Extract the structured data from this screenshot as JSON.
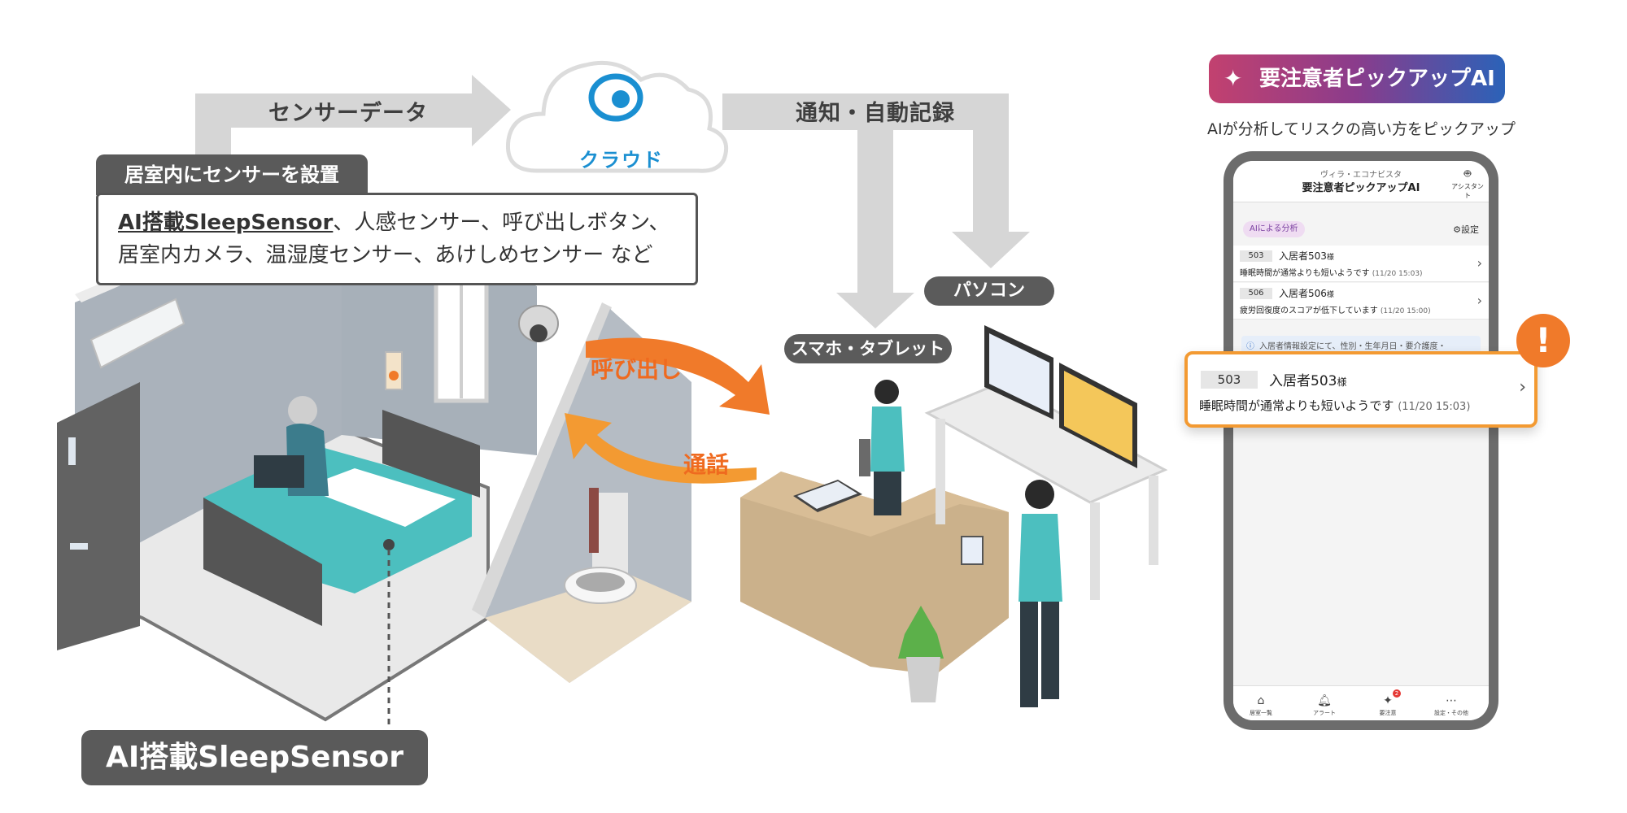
{
  "flow": {
    "sensor_data": "センサーデータ",
    "cloud": "クラウド",
    "notify": "通知・自動記録"
  },
  "room": {
    "tab": "居室内にセンサーを設置",
    "line1_highlight": "AI搭載SleepSensor",
    "line1_rest": "、人感センサー、呼び出しボタン、",
    "line2": "居室内カメラ、温湿度センサー、あけしめセンサー など",
    "sleep_label": "AI搭載SleepSensor"
  },
  "comm": {
    "call": "呼び出し",
    "talk": "通話"
  },
  "devices": {
    "smartphone": "スマホ・タブレット",
    "pc": "パソコン"
  },
  "ai_panel": {
    "badge": "要注意者ピックアップAI",
    "subtitle": "AIが分析してリスクの高い方をピックアップ",
    "app_subtitle": "ヴィラ・エコナビスタ",
    "app_title": "要注意者ピックアップAI",
    "assistant": "アシスタント",
    "chip": "AIによる分析",
    "settings": "⚙設定",
    "rows": [
      {
        "room": "503",
        "name": "入居者503",
        "suffix": "様",
        "msg": "睡眠時間が通常よりも短いようです",
        "ts": "(11/20 15:03)"
      },
      {
        "room": "506",
        "name": "入居者506",
        "suffix": "様",
        "msg": "疲労回復度のスコアが低下しています",
        "ts": "(11/20 15:00)"
      }
    ],
    "info": "入居者情報設定にて、性別・生年月日・要介護度・",
    "tabs": [
      "居室一覧",
      "アラート",
      "要注意",
      "設定・その他"
    ],
    "tab_badge": "2",
    "popup": {
      "room": "503",
      "name": "入居者503",
      "suffix": "様",
      "msg": "睡眠時間が通常よりも短いようです",
      "ts": "(11/20 15:03)"
    },
    "alert_mark": "!"
  },
  "colors": {
    "arrow_gray": "#d6d6d6",
    "label_dark": "#5a5a5a",
    "accent_orange": "#f07a2a",
    "teal": "#4cbfbf",
    "cloud_blue": "#1a8fd1"
  }
}
